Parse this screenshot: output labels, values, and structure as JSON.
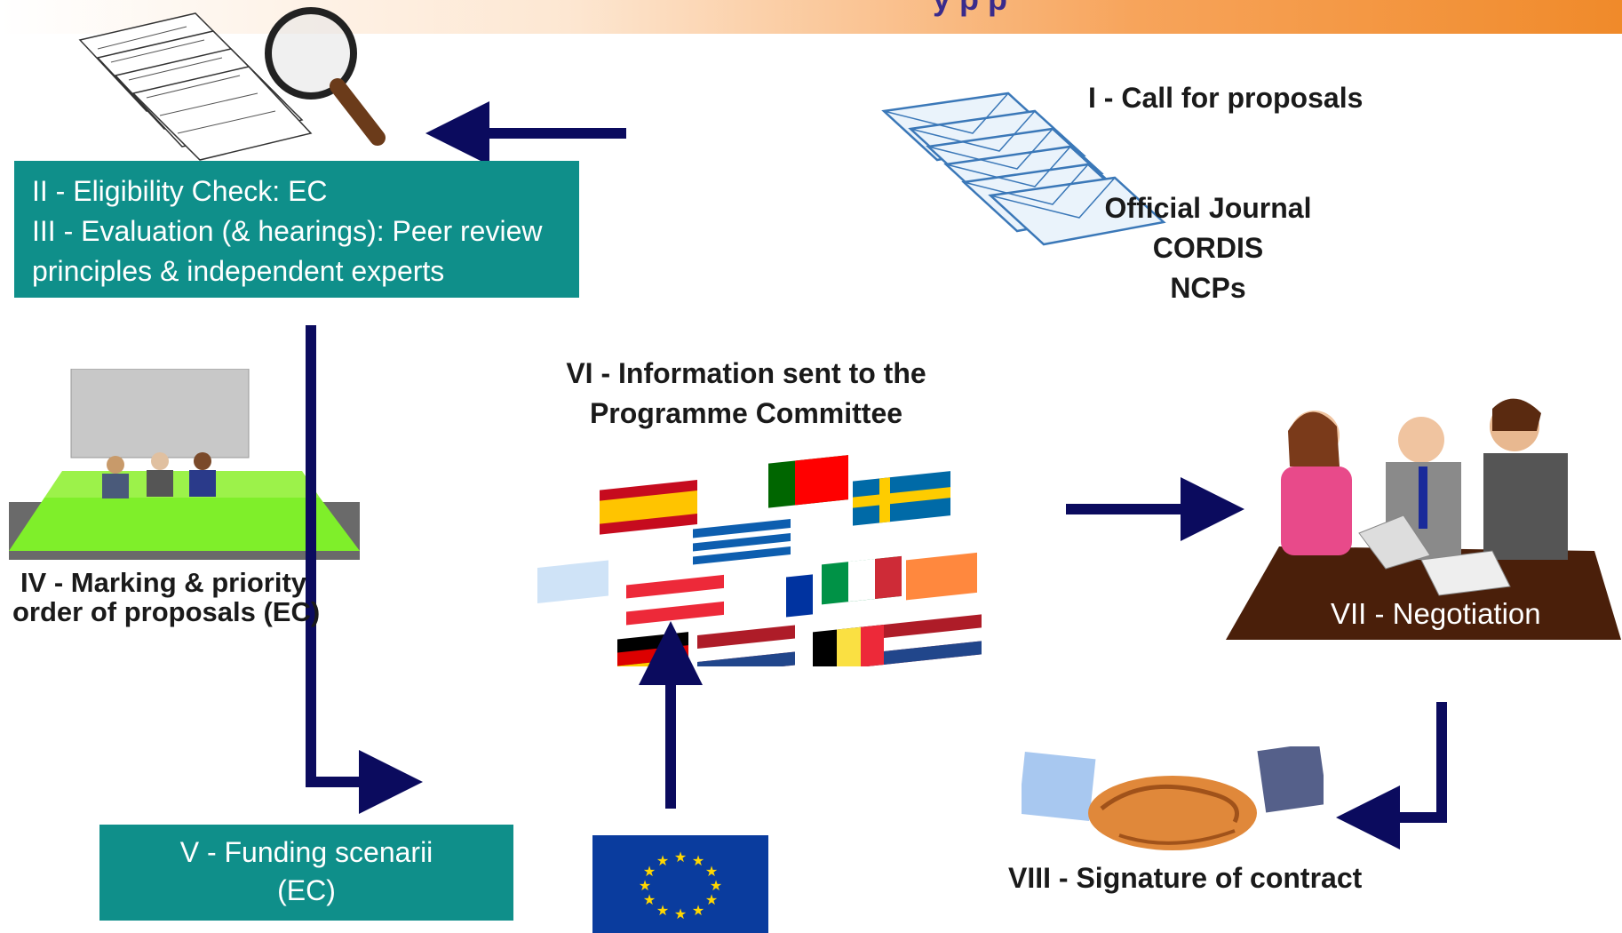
{
  "header": {
    "title_partial": "y p p"
  },
  "steps": {
    "s1": "I - Call for proposals",
    "channels": [
      "Official Journal",
      "CORDIS",
      "NCPs"
    ],
    "s2": "II - Eligibility Check: EC",
    "s3a": "III - Evaluation (& hearings): Peer review",
    "s3b": "principles & independent experts",
    "s4a": "IV - Marking & priority",
    "s4b": "order of proposals (EC)",
    "s5a": "V - Funding scenarii",
    "s5b": "(EC)",
    "s6a": "VI - Information sent to the",
    "s6b": "Programme Committee",
    "s7": "VII - Negotiation",
    "s8": "VIII - Signature of contract"
  },
  "colors": {
    "teal": "#0f8f8a",
    "arrow": "#0b0b5e",
    "orange": "#f08a2a",
    "eu_blue": "#0a3c9e",
    "eu_star": "#ffd700"
  }
}
